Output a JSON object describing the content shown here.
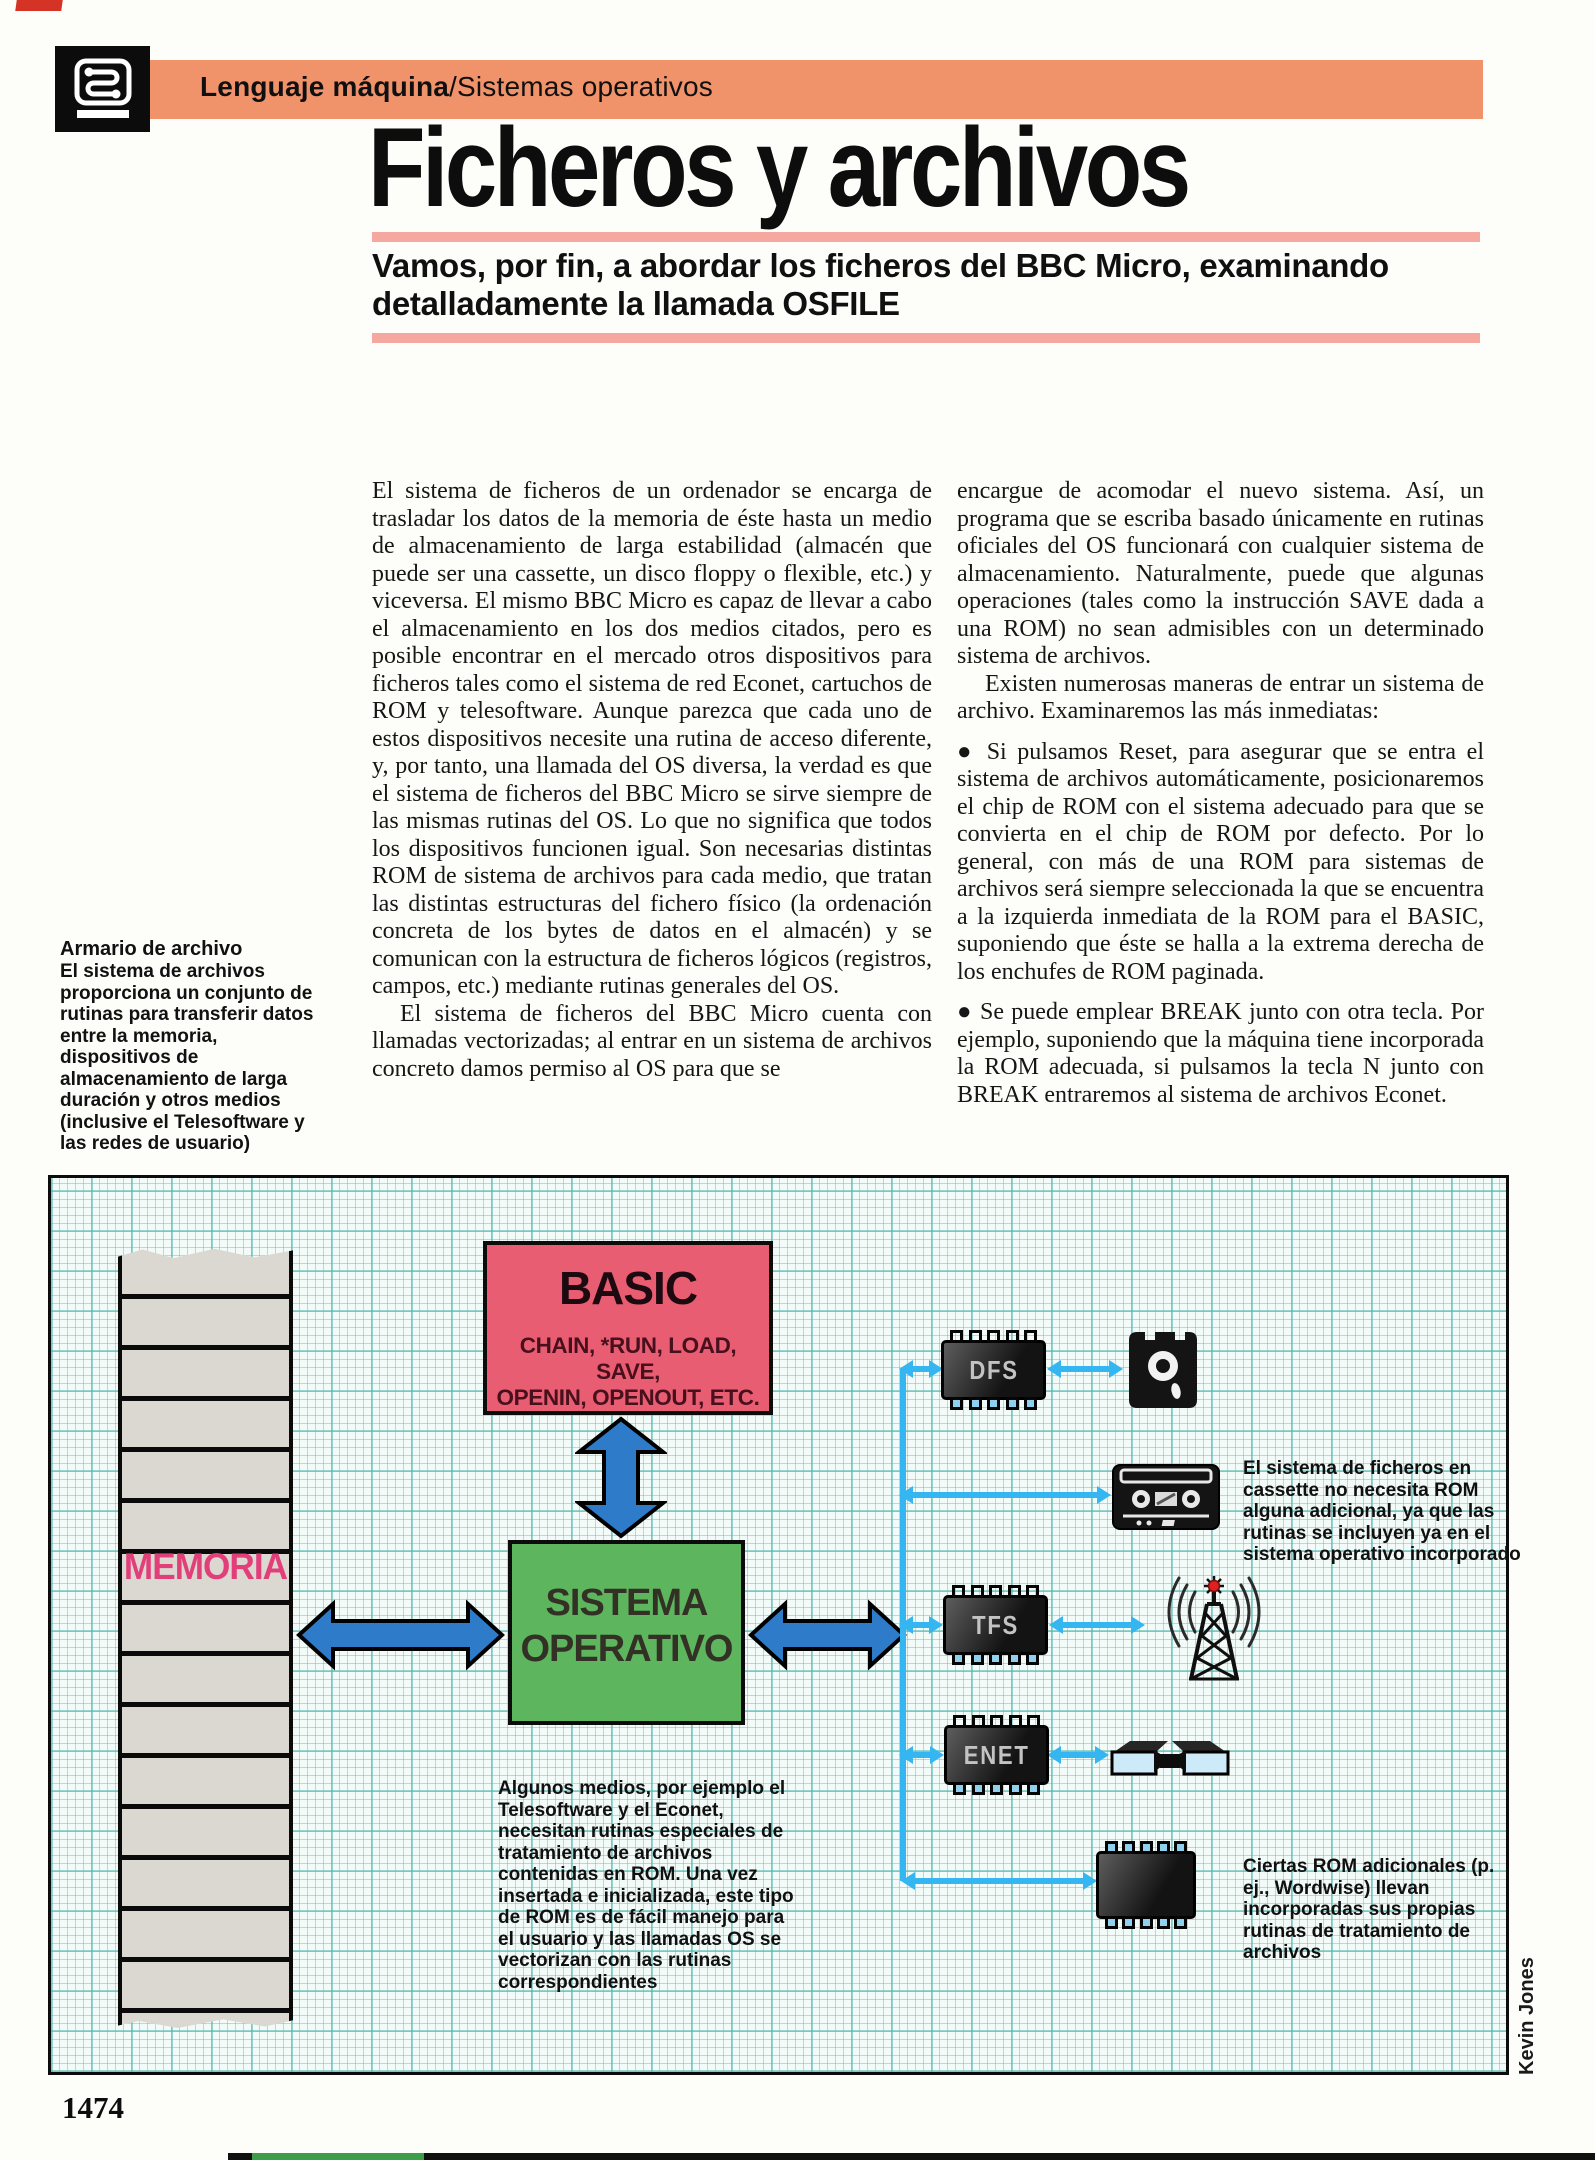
{
  "page": {
    "number": "1474",
    "credit": "Kevin Jones"
  },
  "header": {
    "section_bold": "Lenguaje máquina",
    "section_rest": "/Sistemas operativos"
  },
  "title": "Ficheros y archivos",
  "subtitle": {
    "line1": "Vamos, por fin, a abordar los ficheros del BBC Micro, examinando",
    "line2": "detalladamente la llamada OSFILE"
  },
  "sidebar": {
    "heading": "Armario de archivo",
    "body": "El sistema de archivos proporciona un conjunto de rutinas para transferir datos entre la memoria, dispositivos de almacenamiento de larga duración y otros medios (inclusive el Telesoftware y las redes de usuario)"
  },
  "article": {
    "col1_p1": "El sistema de ficheros de un ordenador se encarga de trasladar los datos de la memoria de éste hasta un medio de almacenamiento de larga estabilidad (almacén que puede ser una cassette, un disco floppy o flexible, etc.) y viceversa. El mismo BBC Micro es capaz de llevar a cabo el almacenamiento en los dos medios citados, pero es posible encontrar en el mercado otros dispositivos para ficheros tales como el sistema de red Econet, cartuchos de ROM y telesoftware. Aunque parezca que cada uno de estos dispositivos necesite una rutina de acceso diferente, y, por tanto, una llamada del OS diversa, la verdad es que el sistema de ficheros del BBC Micro se sirve siempre de las mismas rutinas del OS. Lo que no significa que todos los dispositivos funcionen igual. Son necesarias distintas ROM de sistema de archivos para cada medio, que tratan las distintas estructuras del fichero físico (la ordenación concreta de los bytes de datos en el almacén) y se comunican con la estructura de ficheros lógicos (registros, campos, etc.) mediante rutinas generales del OS.",
    "col1_p2": "El sistema de ficheros del BBC Micro cuenta con llamadas vectorizadas; al entrar en un sistema de archivos concreto damos permiso al OS para que se",
    "col2_p1": "encargue de acomodar el nuevo sistema. Así, un programa que se escriba basado únicamente en rutinas oficiales del OS funcionará con cualquier sistema de almacenamiento. Naturalmente, puede que algunas operaciones (tales como la instrucción SAVE dada a una ROM) no sean admisibles con un determinado sistema de archivos.",
    "col2_p2": "Existen numerosas maneras de entrar un sistema de archivo. Examinaremos las más inmediatas:",
    "col2_b1": "● Si pulsamos Reset, para asegurar que se entra el sistema de archivos automáticamente, posicionaremos el chip de ROM con el sistema adecuado para que se convierta en el chip de ROM por defecto. Por lo general, con más de una ROM para sistemas de archivos será siempre seleccionada la que se encuentra a la izquierda inmediata de la ROM para el BASIC, suponiendo que éste se halla a la extrema derecha de los enchufes de ROM paginada.",
    "col2_b2": "● Se puede emplear BREAK junto con otra tecla. Por ejemplo, suponiendo que la máquina tiene incorporada la ROM adecuada, si pulsamos la tecla N junto con BREAK entraremos al sistema de archivos Econet."
  },
  "diagram": {
    "memoria_label": "MEMORIA",
    "basic_title": "BASIC",
    "basic_ops_line1": "CHAIN, *RUN, LOAD, SAVE,",
    "basic_ops_line2": "OPENIN, OPENOUT, ETC.",
    "os_line1": "SISTEMA",
    "os_line2": "OPERATIVO",
    "chips": [
      {
        "label": "DFS"
      },
      {
        "label": "TFS"
      },
      {
        "label": "ENET"
      }
    ],
    "note_cassette": "El sistema de ficheros en cassette no necesita ROM alguna adicional, ya que las rutinas se incluyen ya en el sistema operativo incorporado",
    "note_os": "Algunos medios, por ejemplo el Telesoftware y el Econet, necesitan rutinas especiales de tratamiento de archivos contenidas en ROM. Una vez insertada e inicializada, este tipo de ROM es de fácil manejo para el usuario y las llamadas OS se vectorizan con las rutinas correspondientes",
    "note_rom": "Ciertas ROM adicionales (p. ej., Wordwise) llevan incorporadas sus propias rutinas de tratamiento de archivos"
  },
  "icons": {
    "section": "circuit-trace-icon",
    "storage": [
      "floppy-disk-icon",
      "cassette-tape-icon",
      "radio-tower-icon",
      "econet-connector-icon",
      "rom-chip-icon"
    ]
  },
  "colors": {
    "banner_orange": "#f0926a",
    "rule_pink": "#f4a89f",
    "basic_red": "#e85d72",
    "os_green": "#5db55e",
    "arrow_blue": "#2e7cc9",
    "branch_blue": "#35b6f0",
    "memoria_pink": "#e23f7a"
  }
}
